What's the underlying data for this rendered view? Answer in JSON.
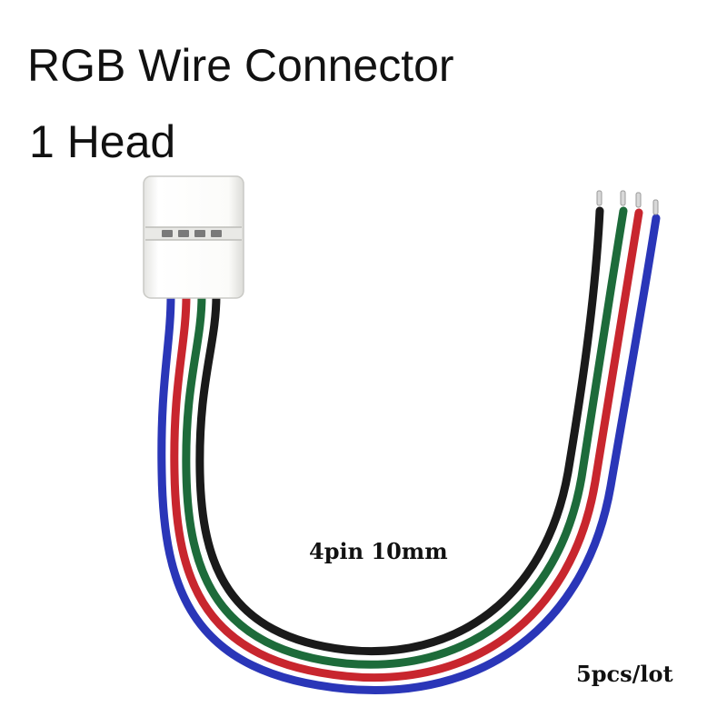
{
  "product": {
    "title": "RGB Wire Connector",
    "subtitle": "1 Head",
    "spec_label": "4pin 10mm",
    "quantity_label": "5pcs/lot"
  },
  "wires": [
    {
      "color_name": "blue",
      "hex": "#2a36b8"
    },
    {
      "color_name": "red",
      "hex": "#c8262e"
    },
    {
      "color_name": "green",
      "hex": "#1d6b3a"
    },
    {
      "color_name": "black",
      "hex": "#1a1a1a"
    }
  ],
  "connector": {
    "color": "#f5f5f2",
    "pin_count": 4
  }
}
